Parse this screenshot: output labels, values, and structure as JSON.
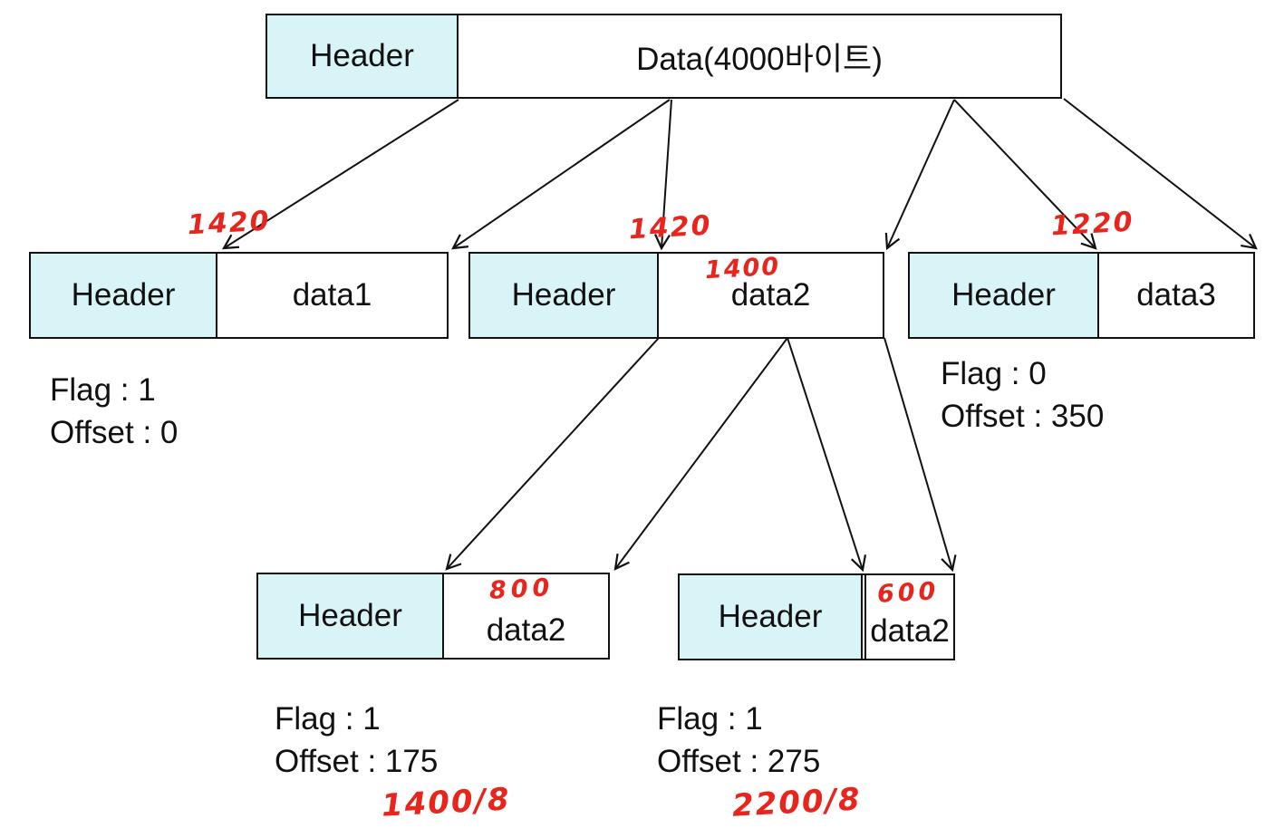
{
  "colors": {
    "header_fill": "#d9f4f7",
    "annotation_red": "#e8251c",
    "line": "#111111"
  },
  "top_packet": {
    "header_label": "Header",
    "data_label": "Data(4000바이트)"
  },
  "fragments": [
    {
      "header_label": "Header",
      "data_label": "data1",
      "size_note": "1420",
      "flag": "Flag : 1",
      "offset": "Offset : 0"
    },
    {
      "header_label": "Header",
      "data_label": "data2",
      "size_note": "1420",
      "data_size_note": "1400"
    },
    {
      "header_label": "Header",
      "data_label": "data3",
      "size_note": "1220",
      "flag": "Flag : 0",
      "offset": "Offset : 350"
    }
  ],
  "subfragments": [
    {
      "header_label": "Header",
      "data_label": "data2",
      "data_size_note": "800",
      "flag": "Flag : 1",
      "offset": "Offset : 175",
      "calc_note": "1400/8"
    },
    {
      "header_label": "Header",
      "data_label": "data2",
      "data_size_note": "600",
      "flag": "Flag : 1",
      "offset": "Offset : 275",
      "calc_note": "2200/8"
    }
  ]
}
